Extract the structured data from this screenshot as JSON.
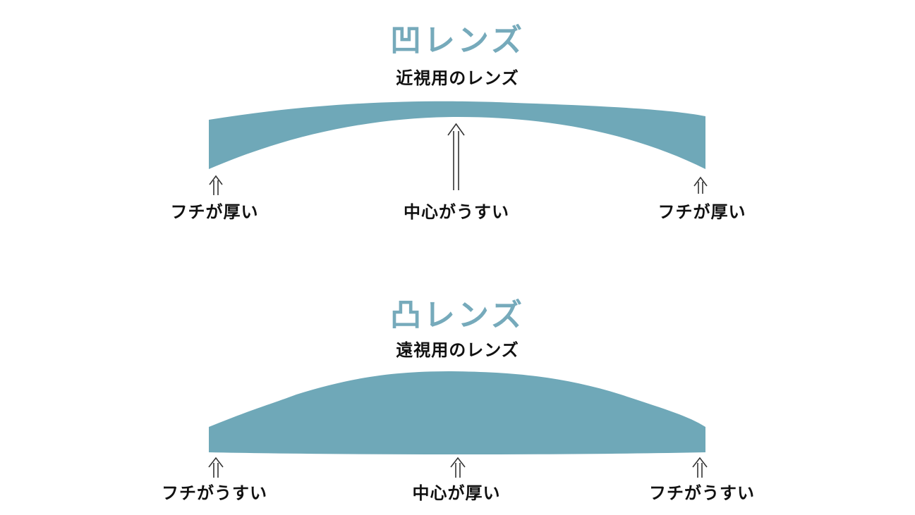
{
  "colors": {
    "lens_fill": "#6fa8b8",
    "title_color": "#76aabb",
    "text_color": "#111111"
  },
  "concave": {
    "title": "凹レンズ",
    "subtitle": "近視用のレンズ",
    "labels": {
      "left_edge": "フチが厚い",
      "center": "中心がうすい",
      "right_edge": "フチが厚い"
    }
  },
  "convex": {
    "title": "凸レンズ",
    "subtitle": "遠視用のレンズ",
    "labels": {
      "left_edge": "フチがうすい",
      "center": "中心が厚い",
      "right_edge": "フチがうすい"
    }
  },
  "icons": {
    "thickness_marker": "double-up-arrow-icon"
  }
}
